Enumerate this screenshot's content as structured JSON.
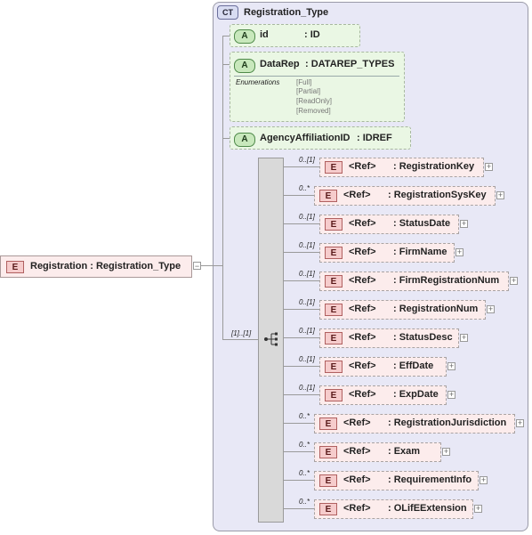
{
  "root_element": {
    "badge": "E",
    "label": "Registration : Registration_Type"
  },
  "complex_type": {
    "badge": "CT",
    "title": "Registration_Type"
  },
  "attributes": [
    {
      "badge": "A",
      "name": "id",
      "type": ": ID"
    },
    {
      "badge": "A",
      "name": "DataRep",
      "type": ": DATAREP_TYPES",
      "enumerations_label": "Enumerations",
      "enumerations": [
        "[Full]",
        "[Partial]",
        "[ReadOnly]",
        "[Removed]"
      ]
    },
    {
      "badge": "A",
      "name": "AgencyAffiliationID",
      "type": ": IDREF"
    }
  ],
  "sequence_cardinality": "[1]..[1]",
  "children": [
    {
      "badge": "E",
      "ref": "<Ref>",
      "name": ": RegistrationKey",
      "card": "0..[1]"
    },
    {
      "badge": "E",
      "ref": "<Ref>",
      "name": ": RegistrationSysKey",
      "card": "0..*"
    },
    {
      "badge": "E",
      "ref": "<Ref>",
      "name": ": StatusDate",
      "card": "0..[1]"
    },
    {
      "badge": "E",
      "ref": "<Ref>",
      "name": ": FirmName",
      "card": "0..[1]"
    },
    {
      "badge": "E",
      "ref": "<Ref>",
      "name": ": FirmRegistrationNum",
      "card": "0..[1]"
    },
    {
      "badge": "E",
      "ref": "<Ref>",
      "name": ": RegistrationNum",
      "card": "0..[1]"
    },
    {
      "badge": "E",
      "ref": "<Ref>",
      "name": ": StatusDesc",
      "card": "0..[1]"
    },
    {
      "badge": "E",
      "ref": "<Ref>",
      "name": ": EffDate",
      "card": "0..[1]"
    },
    {
      "badge": "E",
      "ref": "<Ref>",
      "name": ": ExpDate",
      "card": "0..[1]"
    },
    {
      "badge": "E",
      "ref": "<Ref>",
      "name": ": RegistrationJurisdiction",
      "card": "0..*"
    },
    {
      "badge": "E",
      "ref": "<Ref>",
      "name": ": Exam",
      "card": "0..*"
    },
    {
      "badge": "E",
      "ref": "<Ref>",
      "name": ": RequirementInfo",
      "card": "0..*"
    },
    {
      "badge": "E",
      "ref": "<Ref>",
      "name": ": OLifEExtension",
      "card": "0..*"
    }
  ],
  "expand_glyph": "+",
  "collapse_glyph": "−"
}
